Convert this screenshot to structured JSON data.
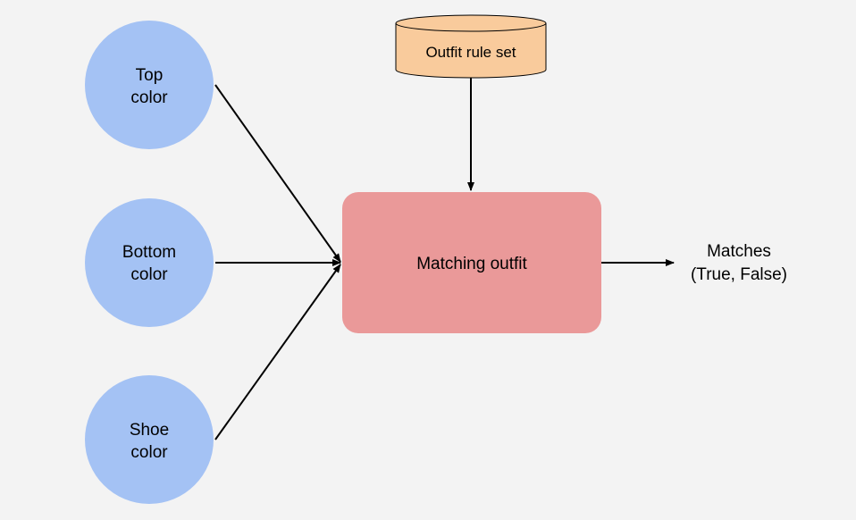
{
  "inputs": {
    "top": {
      "line1": "Top",
      "line2": "color"
    },
    "bottom": {
      "line1": "Bottom",
      "line2": "color"
    },
    "shoe": {
      "line1": "Shoe",
      "line2": "color"
    }
  },
  "rule_set": {
    "label": "Outfit rule set"
  },
  "process": {
    "label": "Matching outfit"
  },
  "output": {
    "line1": "Matches",
    "line2": "(True, False)"
  },
  "colors": {
    "background": "#f3f3f3",
    "input_circle": "#a4c2f4",
    "rule_set_fill": "#f9cb9c",
    "process_fill": "#ea9999",
    "arrow": "#000000"
  }
}
